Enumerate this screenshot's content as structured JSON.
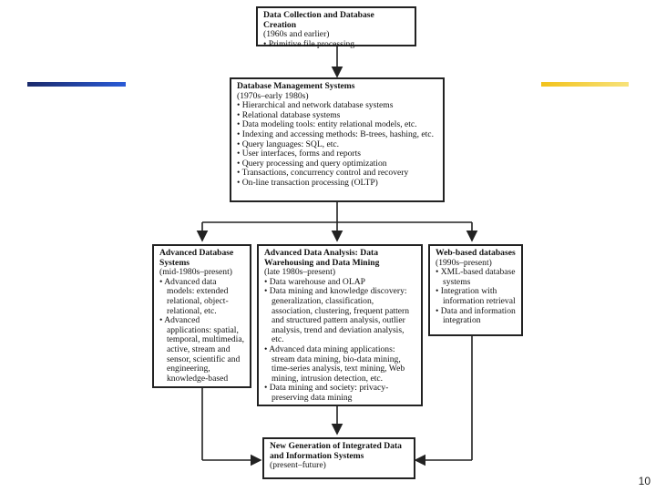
{
  "decor": {
    "left_bar_color": "#2a5bd7",
    "right_bar_color": "#f2c21b"
  },
  "boxes": {
    "collection": {
      "title": "Data Collection and Database Creation",
      "period": "(1960s and earlier)",
      "items": [
        "• Primitive file processing"
      ]
    },
    "dbms": {
      "title": "Database Management Systems",
      "period": "(1970s–early 1980s)",
      "items": [
        "• Hierarchical and network database systems",
        "• Relational database systems",
        "• Data modeling tools: entity relational models, etc.",
        "• Indexing and accessing methods: B-trees, hashing, etc.",
        "• Query languages: SQL, etc.",
        "• User interfaces, forms and reports",
        "• Query processing and query optimization",
        "• Transactions, concurrency control and recovery",
        "• On-line transaction processing (OLTP)"
      ]
    },
    "advanced_db": {
      "title": "Advanced Database Systems",
      "period": "(mid-1980s–present)",
      "items": [
        "• Advanced data models: extended relational, object-relational, etc.",
        "• Advanced applications: spatial, temporal, multimedia, active, stream and sensor, scientific and engineering, knowledge-based"
      ]
    },
    "analysis": {
      "title": "Advanced Data Analysis: Data Warehousing and Data Mining",
      "period": "(late 1980s–present)",
      "items": [
        "• Data warehouse and OLAP",
        "• Data mining and knowledge discovery: generalization, classification, association, clustering, frequent pattern and structured pattern analysis, outlier analysis, trend and deviation analysis, etc.",
        "• Advanced data mining applications: stream data mining, bio-data mining, time-series analysis, text mining, Web mining, intrusion detection, etc.",
        "• Data mining and society: privacy-preserving data mining"
      ]
    },
    "web": {
      "title": "Web-based databases",
      "period": "(1990s–present)",
      "items": [
        "• XML-based database systems",
        "• Integration with information retrieval",
        "• Data and information integration"
      ]
    },
    "new_gen": {
      "title": "New Generation of Integrated Data and Information Systems",
      "period": "(present–future)",
      "items": []
    }
  },
  "page_number": "10"
}
